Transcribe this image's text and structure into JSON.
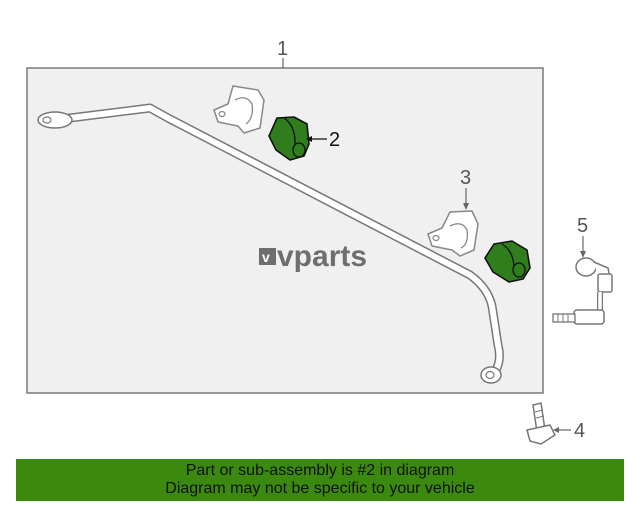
{
  "callouts": {
    "c1": "1",
    "c2": "2",
    "c3": "3",
    "c4": "4",
    "c5": "5"
  },
  "logo": {
    "text": "vparts",
    "mark": "v"
  },
  "banner": {
    "line1": "Part or sub-assembly is #2 in diagram",
    "line2": "Diagram may not be specific to your vehicle"
  },
  "colors": {
    "highlight": "#2f7d1c",
    "banner": "#3b8a0f",
    "line": "#666666"
  },
  "icons": {
    "stabilizer_bar": "stabilizer-bar-icon",
    "bushing": "bushing-icon",
    "bracket": "bracket-icon",
    "bolt": "bolt-icon",
    "link": "stabilizer-link-icon"
  }
}
